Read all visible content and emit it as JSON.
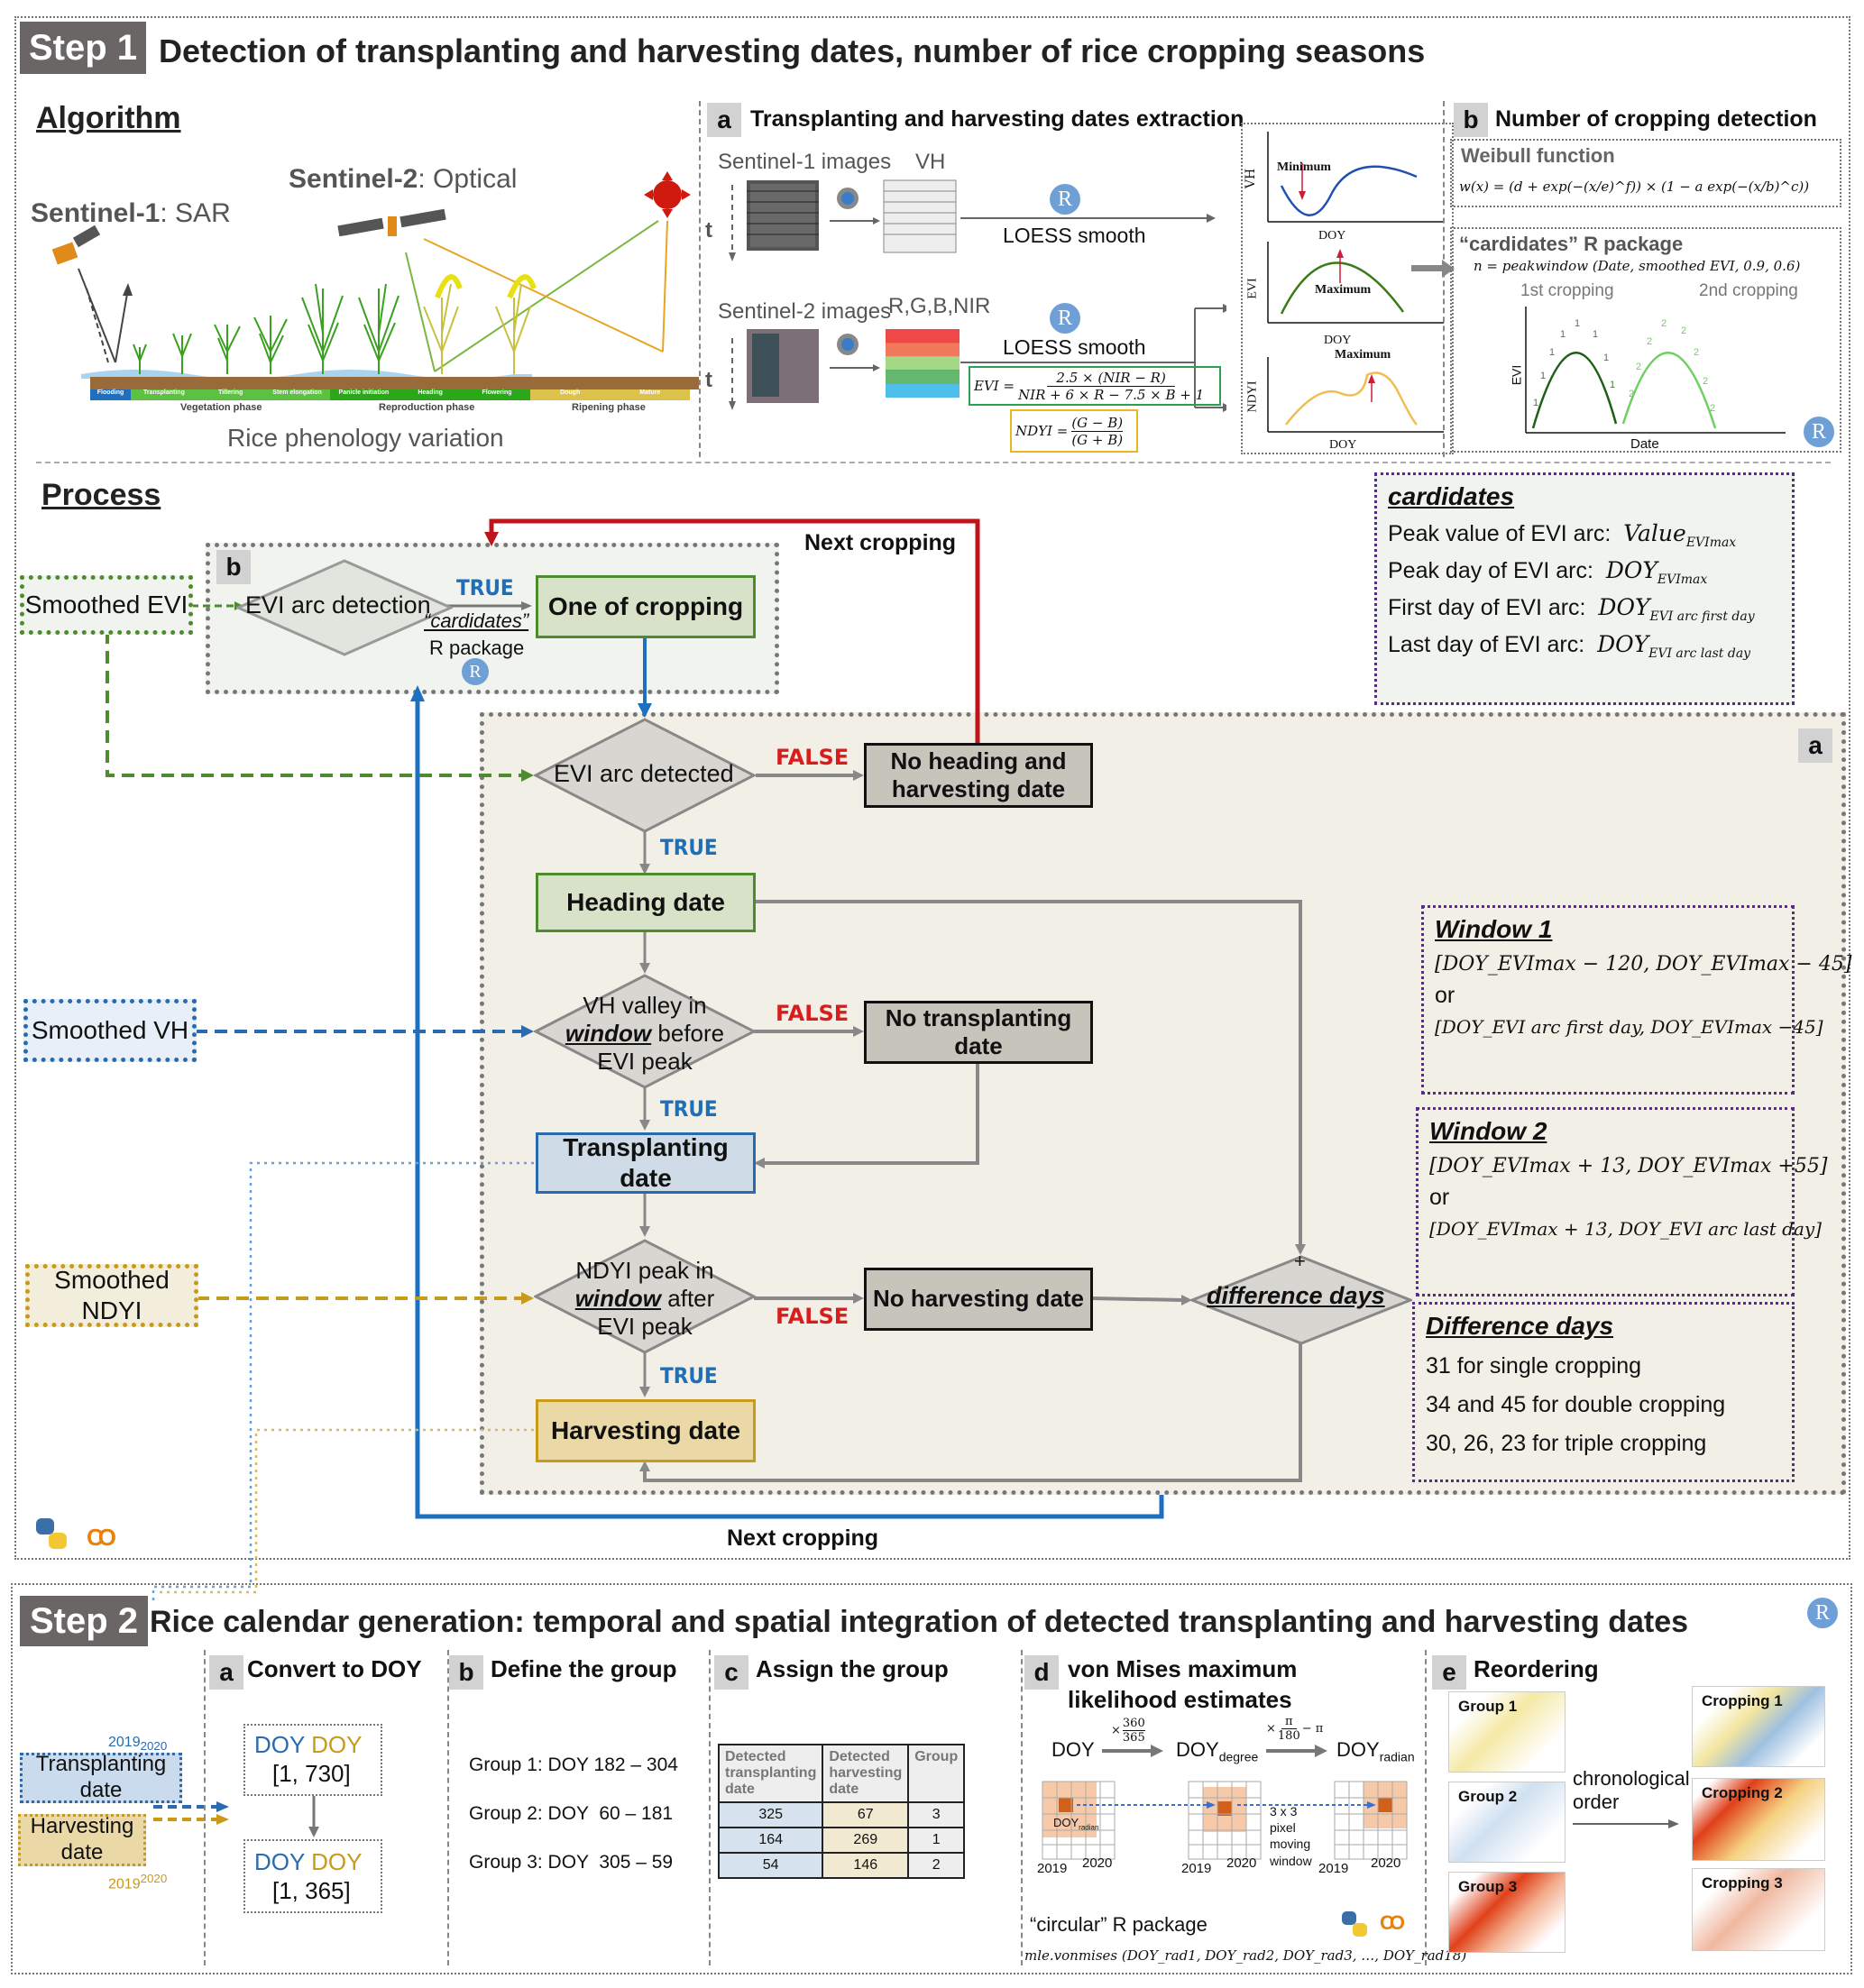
{
  "step1": {
    "tag": "Step 1",
    "title": "Detection of transplanting and harvesting dates, number of rice cropping seasons",
    "algorithm": {
      "heading": "Algorithm",
      "sentinel1": {
        "name": "Sentinel-1",
        "suffix": ": SAR"
      },
      "sentinel2": {
        "name": "Sentinel-2",
        "suffix": ": Optical"
      },
      "stages": [
        "Flooding",
        "Transplanting",
        "Tillering",
        "Stem elongation",
        "Panicle initiation",
        "Heading",
        "Flowering",
        "Dough",
        "Mature"
      ],
      "phases": [
        "Vegetation phase",
        "Reproduction phase",
        "Ripening phase"
      ],
      "caption": "Rice phenology variation"
    },
    "panel_a": {
      "letter": "a",
      "title": "Transplanting and harvesting dates extraction",
      "s1_label": "Sentinel-1 images",
      "s1_band": "VH",
      "s2_label": "Sentinel-2 images",
      "s2_bands": "R,G,B,NIR",
      "time_axis": "t",
      "smooth1": "LOESS smooth",
      "smooth2": "LOESS smooth",
      "evi_lhs": "EVI =",
      "evi_num": "2.5 × (NIR − R)",
      "evi_den": "NIR + 6 × R − 7.5 × B + 1",
      "ndyi_lhs": "NDYI =",
      "ndyi_num": "(G − B)",
      "ndyi_den": "(G + B)",
      "charts": [
        {
          "ylabel": "VH",
          "xlabel": "DOY",
          "note": "Minimum"
        },
        {
          "ylabel": "EVI",
          "xlabel": "DOY",
          "note": "Maximum"
        },
        {
          "ylabel": "NDYI",
          "xlabel": "DOY",
          "note": "Maximum"
        }
      ]
    },
    "panel_b": {
      "letter": "b",
      "title": "Number of cropping detection",
      "weibull_title": "Weibull function",
      "weibull_formula": "w(x) = (d + exp(−(x/e)^f)) × (1 − a exp(−(x/b)^c))",
      "pkg_title": "“cardidates” R package",
      "pkg_formula": "n = peakwindow (Date, smoothed EVI, 0.9, 0.6)",
      "first": "1st cropping",
      "second": "2nd cropping",
      "ylabel": "EVI",
      "xlabel": "Date"
    },
    "process": {
      "heading": "Process",
      "smoothed_evi": "Smoothed EVI",
      "smoothed_vh": "Smoothed VH",
      "smoothed_ndyi": "Smoothed NDYI",
      "box_b_letter": "b",
      "box_a_letter": "a",
      "evi_arc_detection": "EVI arc detection",
      "cardidates_pkg": "“cardidates”",
      "r_package": "R package",
      "one_of_cropping": "One of cropping",
      "next_cropping_top": "Next cropping",
      "next_cropping_bottom": "Next cropping",
      "evi_arc_detected": "EVI arc detected",
      "no_heading": "No heading and harvesting date",
      "heading_date": "Heading date",
      "vh_valley": [
        "VH valley in",
        "window",
        "before",
        "EVI peak"
      ],
      "no_transplanting": "No transplanting date",
      "transplanting_date": "Transplanting date",
      "ndyi_peak": [
        "NDYI peak in",
        "window",
        "after",
        "EVI peak"
      ],
      "no_harvesting": "No harvesting date",
      "harvesting_date": "Harvesting date",
      "difference_days": "difference days",
      "plus": "+",
      "true_label": "TRUE",
      "false_label": "FALSE"
    },
    "cardidates_box": {
      "title": "cardidates",
      "rows": [
        {
          "label": "Peak value of EVI arc:",
          "expr": "Value",
          "sub": "EVImax"
        },
        {
          "label": "Peak day of EVI arc:",
          "expr": "DOY",
          "sub": "EVImax"
        },
        {
          "label": "First day of EVI arc:",
          "expr": "DOY",
          "sub": "EVI arc first day"
        },
        {
          "label": "Last day of EVI arc:",
          "expr": "DOY",
          "sub": "EVI arc last day"
        }
      ]
    },
    "window1": {
      "title": "Window 1",
      "line1": "[DOY_EVImax − 120,  DOY_EVImax − 45]",
      "or": "or",
      "line2": "[DOY_EVI arc first day,  DOY_EVImax −45]"
    },
    "window2": {
      "title": "Window 2",
      "line1": "[DOY_EVImax + 13, DOY_EVImax +55]",
      "or": "or",
      "line2": "[DOY_EVImax + 13, DOY_EVI arc last day]"
    },
    "difference_box": {
      "title": "Difference days",
      "lines": [
        "31 for single cropping",
        "34 and 45 for double cropping",
        "30, 26, 23 for triple cropping"
      ]
    }
  },
  "step2": {
    "tag": "Step 2",
    "title": "Rice calendar generation: temporal and spatial integration of detected transplanting and harvesting dates",
    "inputs": {
      "transplanting": "Transplanting date",
      "harvesting": "Harvesting date",
      "year_a": "2019",
      "year_b": "2020"
    },
    "panel_a": {
      "letter": "a",
      "title": "Convert to DOY",
      "doy": "DOY",
      "range1": "[1, 730]",
      "range2": "[1, 365]"
    },
    "panel_b": {
      "letter": "b",
      "title": "Define the group",
      "groups": [
        "Group 1: DOY 182 – 304",
        "Group 2: DOY  60 – 181",
        "Group 3: DOY  305 – 59"
      ]
    },
    "panel_c": {
      "letter": "c",
      "title": "Assign the group",
      "headers": [
        "Detected transplanting date",
        "Detected harvesting date",
        "Group"
      ],
      "rows": [
        [
          "325",
          "67",
          "3"
        ],
        [
          "164",
          "269",
          "1"
        ],
        [
          "54",
          "146",
          "2"
        ]
      ]
    },
    "panel_d": {
      "letter": "d",
      "title_1": "von Mises maximum",
      "title_2": "likelihood estimates",
      "doy": "DOY",
      "doy_degree": "DOY",
      "degree_sub": "degree",
      "doy_radian": "DOY",
      "radian_sub": "radian",
      "factor1_num": "360",
      "factor1_den": "365",
      "factor2_num": "π",
      "factor2_den": "180",
      "factor2_tail": "− π",
      "grid_label": "DOY",
      "grid_label_sub": "radian",
      "window_note": [
        "3 x 3",
        "pixel",
        "moving",
        "window"
      ],
      "year_a": "2019",
      "year_b": "2020",
      "package": "“circular” R package",
      "formula": "mle.vonmises (DOY_rad1, DOY_rad2, DOY_rad3, …, DOY_rad18)"
    },
    "panel_e": {
      "letter": "e",
      "title": "Reordering",
      "groups": [
        "Group 1",
        "Group 2",
        "Group 3"
      ],
      "croppings": [
        "Cropping 1",
        "Cropping 2",
        "Cropping 3"
      ],
      "arrow_label": "chronological order"
    }
  },
  "logos": {
    "r": "R"
  },
  "colors": {
    "green": "#4e8a2e",
    "blue": "#1f6fb8",
    "red": "#c0141b",
    "gold": "#c99a1a",
    "purple": "#5a2a8a",
    "tag_gray": "#6b6666"
  }
}
